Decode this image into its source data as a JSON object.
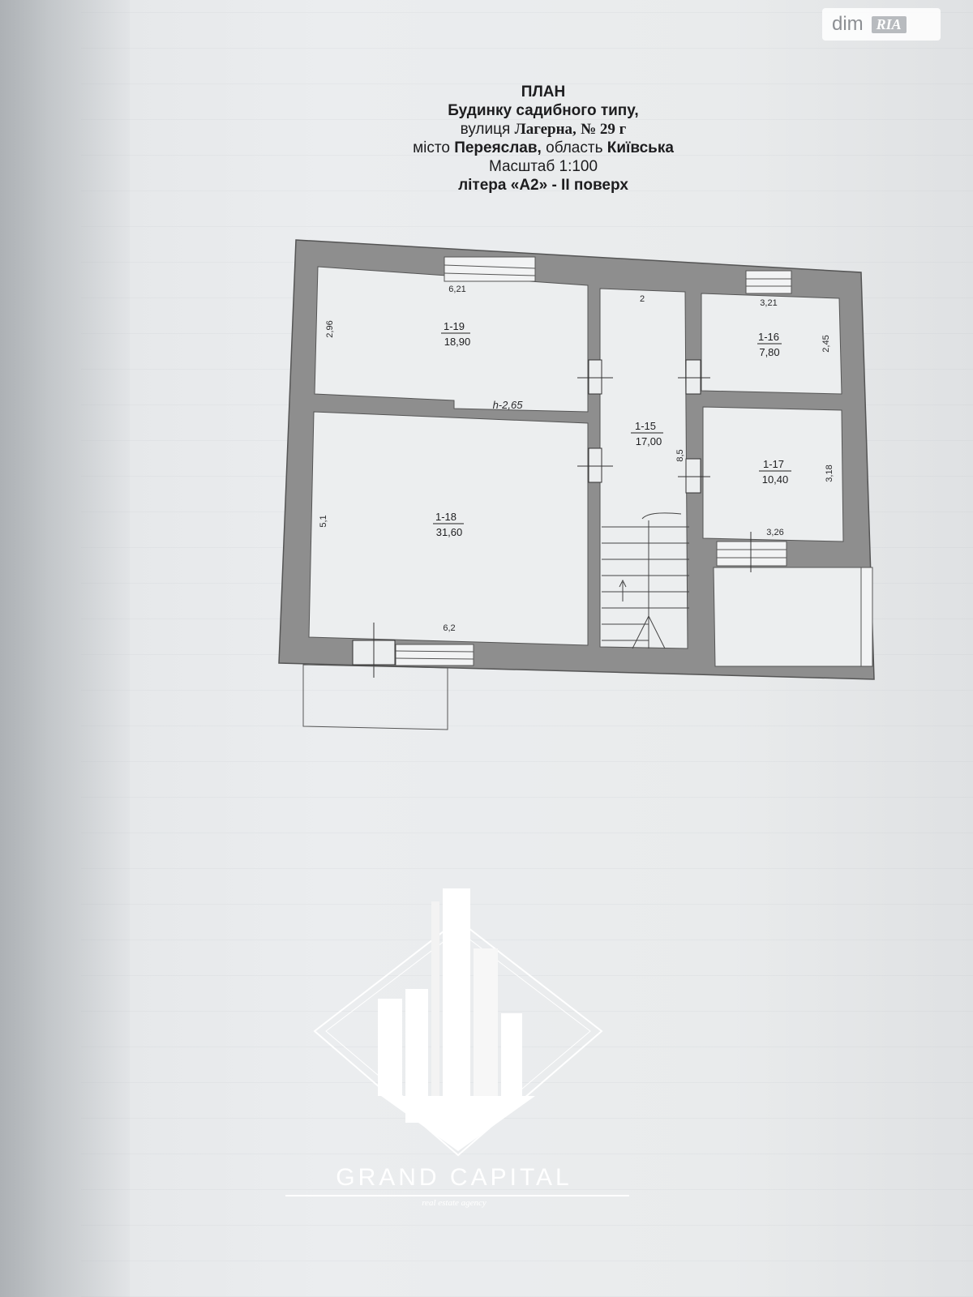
{
  "header": {
    "line1": "ПЛАН",
    "line2": "Будинку садибного типу,",
    "line3_prefix": "вулиця",
    "line3_name": "Лагерна,",
    "line3_number": "№ 29 г",
    "line4_prefix": "місто",
    "line4_city": "Переяслав,",
    "line4_middle": "область",
    "line4_region": "Київська",
    "line5": "Масштаб 1:100",
    "line6": "літера «А2» - ІІ поверх"
  },
  "rooms": [
    {
      "id": "1-19",
      "area": "18,90"
    },
    {
      "id": "1-18",
      "area": "31,60"
    },
    {
      "id": "1-15",
      "area": "17,00"
    },
    {
      "id": "1-16",
      "area": "7,80"
    },
    {
      "id": "1-17",
      "area": "10,40"
    }
  ],
  "dimensions": {
    "room_119_width": "6,21",
    "room_119_height": "2,96",
    "ceiling_height": "h-2,65",
    "room_118_height": "5,1",
    "room_118_width": "6,2",
    "room_115_width": "2",
    "room_115_length": "8,5",
    "room_116_width": "3,21",
    "room_116_height": "2,45",
    "room_117_height": "3,18",
    "room_117_width": "3,26"
  },
  "watermark": {
    "site": "dim",
    "site_badge": "RIA"
  },
  "logo": {
    "name": "GRAND CAPITAL",
    "tagline": "real estate agency"
  },
  "colors": {
    "wall": "#8e8e8e",
    "paper": "#eaecee",
    "ink": "#1d1d1f",
    "logo": "#ffffff"
  }
}
